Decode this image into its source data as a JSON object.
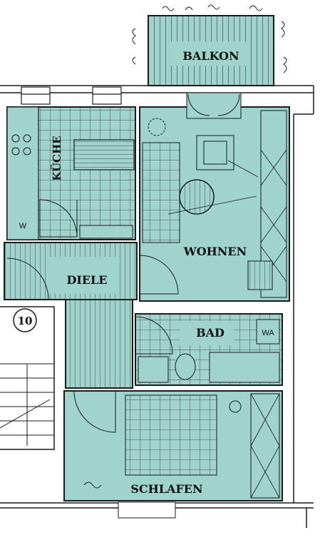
{
  "colors": {
    "room_fill": "#9fd3cc",
    "room_fill_dark": "#8cc6bf",
    "line": "#1a1a1a",
    "background": "#ffffff"
  },
  "rooms": {
    "balkon": "BALKON",
    "kueche": "KÜCHE",
    "wohnen": "WOHNEN",
    "diele": "DIELE",
    "bad": "BAD",
    "schlafen": "SCHLAFEN"
  },
  "fixtures": {
    "washer": "WA",
    "kitchen_counter": "W"
  },
  "staircase": {
    "number": "10"
  }
}
